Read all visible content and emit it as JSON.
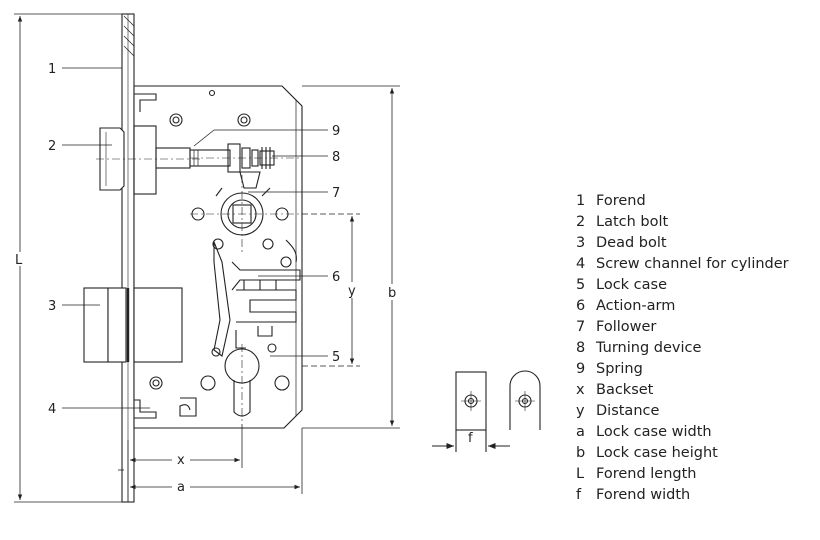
{
  "diagram": {
    "callouts": {
      "n1": "1",
      "n2": "2",
      "n3": "3",
      "n4": "4",
      "n5": "5",
      "n6": "6",
      "n7": "7",
      "n8": "8",
      "n9": "9"
    },
    "dimensions": {
      "L": "L",
      "b": "b",
      "y": "y",
      "x": "x",
      "a": "a",
      "f": "f"
    }
  },
  "legend": [
    {
      "key": "1",
      "text": "Forend"
    },
    {
      "key": "2",
      "text": "Latch bolt"
    },
    {
      "key": "3",
      "text": "Dead bolt"
    },
    {
      "key": "4",
      "text": "Screw channel for cylinder"
    },
    {
      "key": "5",
      "text": "Lock case"
    },
    {
      "key": "6",
      "text": "Action-arm"
    },
    {
      "key": "7",
      "text": "Follower"
    },
    {
      "key": "8",
      "text": "Turning device"
    },
    {
      "key": "9",
      "text": "Spring"
    },
    {
      "key": "x",
      "text": "Backset"
    },
    {
      "key": "y",
      "text": "Distance"
    },
    {
      "key": "a",
      "text": "Lock case width"
    },
    {
      "key": "b",
      "text": "Lock case height"
    },
    {
      "key": "L",
      "text": "Forend length"
    },
    {
      "key": "f",
      "text": "Forend width"
    }
  ]
}
